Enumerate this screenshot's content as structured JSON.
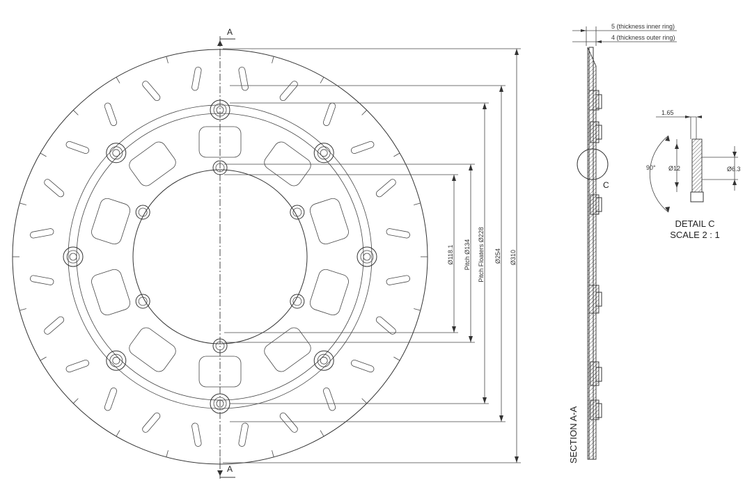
{
  "section_marker": {
    "letter_top": "A",
    "letter_bottom": "A"
  },
  "dimensions": {
    "d310": "Ø310",
    "d254": "Ø254",
    "d228": "Pitch Floaters Ø228",
    "d134": "Pitch Ø134",
    "d118": "Ø118.1"
  },
  "section_view": {
    "title": "SECTION A-A",
    "thickness_inner": "5 (thickness inner ring)",
    "thickness_outer": "4 (thickness outer ring)",
    "detail_callout": "C"
  },
  "detail_view": {
    "title": "DETAIL C",
    "scale": "SCALE 2 : 1",
    "dim_offset": "1.65",
    "dim_angle": "90°",
    "dim_hole": "Ø12",
    "dim_bore": "Ø6.3"
  }
}
